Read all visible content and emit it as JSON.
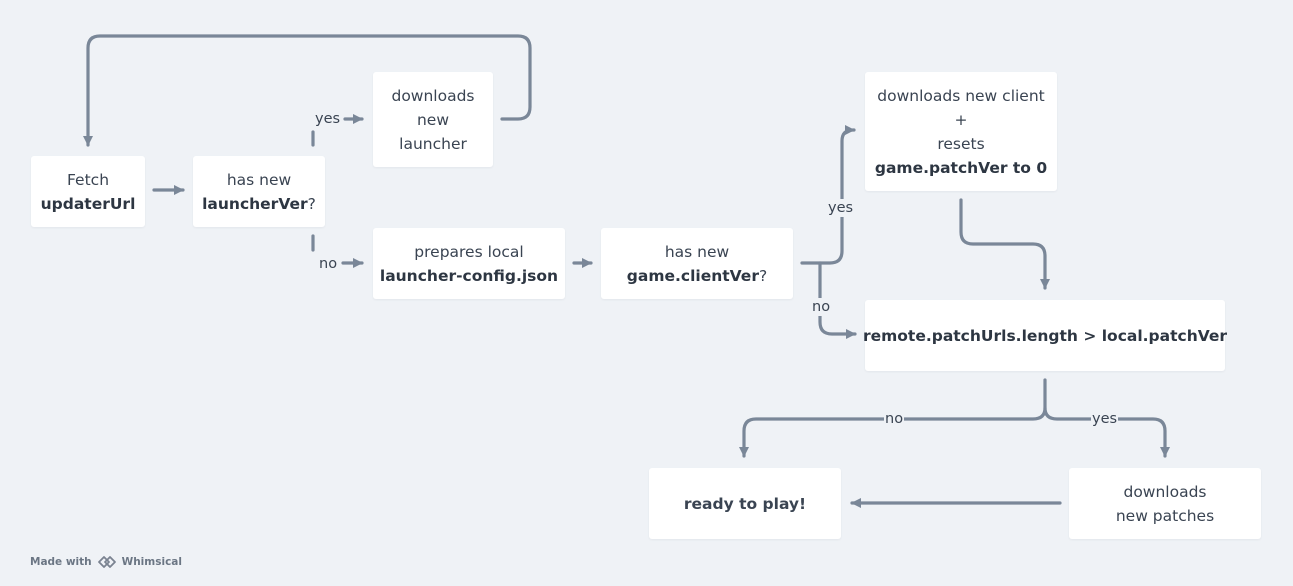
{
  "nodes": {
    "fetch": {
      "line1": "Fetch",
      "line2": "updaterUrl"
    },
    "has_launcher": {
      "line1": "has new",
      "line2_bold": "launcherVer",
      "line2_tail": "?"
    },
    "download_launcher": {
      "line1": "downloads",
      "line2": "new",
      "line3": "launcher"
    },
    "prepare_config": {
      "line1": "prepares local",
      "line2": "launcher-config.json"
    },
    "has_client": {
      "line1": "has new",
      "line2_bold": "game.clientVer",
      "line2_tail": "?"
    },
    "download_client": {
      "line1": "downloads new client",
      "line2": "+",
      "line3": "resets",
      "line4": "game.patchVer to 0"
    },
    "compare_patch": {
      "line1": "remote.patchUrls.length > local.patchVer"
    },
    "ready": {
      "line1": "ready to play!"
    },
    "download_patches": {
      "line1": "downloads",
      "line2": "new patches"
    }
  },
  "edge_labels": {
    "launcher_yes": "yes",
    "launcher_no": "no",
    "client_yes": "yes",
    "client_no": "no",
    "patch_no": "no",
    "patch_yes": "yes"
  },
  "footer": {
    "made_with": "Made with",
    "brand": "Whimsical"
  },
  "colors": {
    "background": "#eff2f6",
    "node": "#ffffff",
    "edge": "#7a8798",
    "text": "#3a4452"
  }
}
